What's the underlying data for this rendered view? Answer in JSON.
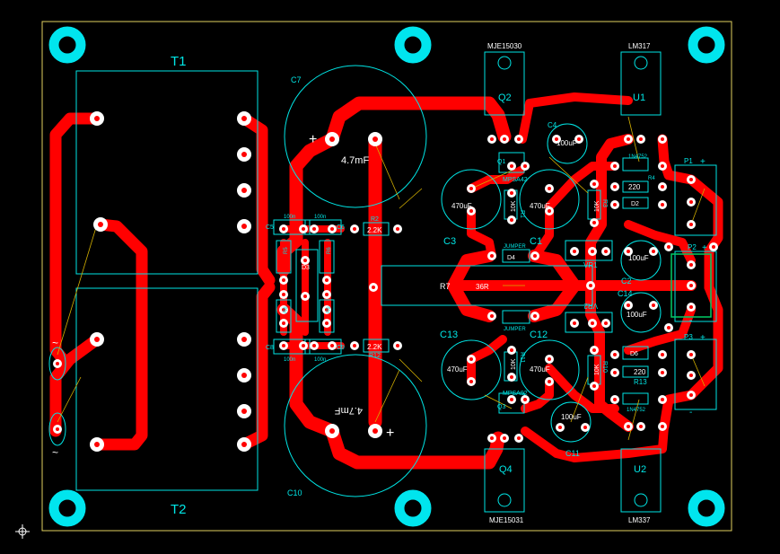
{
  "colors": {
    "background": "#000000",
    "trace": "#ff0000",
    "silk": "#00e5e5",
    "outline": "#e0d060",
    "pad": "#ffffff",
    "mount": "#00e5ee",
    "ratsnest": "#d4b000",
    "dark_label": "#000000"
  },
  "transformers": [
    {
      "ref": "T1"
    },
    {
      "ref": "T2"
    }
  ],
  "big_caps": [
    {
      "ref": "C7",
      "value": "4.7mF",
      "polarity": "+"
    },
    {
      "ref": "C10",
      "value": "4.7mF",
      "polarity": "+"
    }
  ],
  "transistors": [
    {
      "ref": "Q2",
      "part": "MJE15030"
    },
    {
      "ref": "Q4",
      "part": "MJE15031"
    },
    {
      "ref": "U1",
      "part": "LM317"
    },
    {
      "ref": "U2",
      "part": "LM337"
    }
  ],
  "drivers": [
    {
      "ref": "Q1",
      "part": "MPSA42"
    },
    {
      "ref": "Q3",
      "part": "MPSA92"
    }
  ],
  "elcaps": [
    {
      "ref": "C3",
      "value": "470uF"
    },
    {
      "ref": "C1",
      "value": "470uF"
    },
    {
      "ref": "C13",
      "value": "470uF"
    },
    {
      "ref": "C12",
      "value": "470uF"
    },
    {
      "ref": "C4",
      "value": "100uF"
    },
    {
      "ref": "C11",
      "value": "100uF"
    },
    {
      "ref": "C2",
      "value": "100uF"
    },
    {
      "ref": "C14",
      "value": "100uF"
    }
  ],
  "small_caps": [
    {
      "ref": "C5",
      "value": "100n"
    },
    {
      "ref": "C6",
      "value": "100n"
    },
    {
      "ref": "C8",
      "value": "100n"
    },
    {
      "ref": "C9",
      "value": "100n"
    }
  ],
  "resistors": [
    {
      "ref": "R2",
      "value": "2.2K"
    },
    {
      "ref": "R12",
      "value": "2.2K"
    },
    {
      "ref": "R7",
      "value": "36R"
    },
    {
      "ref": "R1",
      "value": "10K"
    },
    {
      "ref": "R11",
      "value": "10K"
    },
    {
      "ref": "R3",
      "value": "10K"
    },
    {
      "ref": "R10",
      "value": "10K"
    },
    {
      "ref": "R4",
      "value": "220"
    },
    {
      "ref": "R13",
      "value": "220"
    },
    {
      "ref": "R5",
      "value": "R5"
    },
    {
      "ref": "R6",
      "value": "R6"
    },
    {
      "ref": "R8",
      "value": "R8"
    },
    {
      "ref": "R9",
      "value": "R9"
    }
  ],
  "diodes": [
    {
      "ref": "D1",
      "part": "1N4752"
    },
    {
      "ref": "D2",
      "part": "1N4752"
    },
    {
      "ref": "D3",
      "part": "D3"
    },
    {
      "ref": "D4",
      "part": "JUMPER"
    },
    {
      "ref": "D5",
      "part": "JUMPER"
    },
    {
      "ref": "D6",
      "part": "D6"
    }
  ],
  "trimmers": [
    {
      "ref": "VR1"
    },
    {
      "ref": "VR2"
    }
  ],
  "connectors": [
    {
      "ref": "P1",
      "plus": "+",
      "minus": "-"
    },
    {
      "ref": "P2",
      "plus": "+",
      "minus": "-"
    },
    {
      "ref": "P3",
      "plus": "+",
      "minus": "-"
    }
  ],
  "ac_inputs": [
    {
      "symbol": "~"
    },
    {
      "symbol": "~"
    }
  ]
}
